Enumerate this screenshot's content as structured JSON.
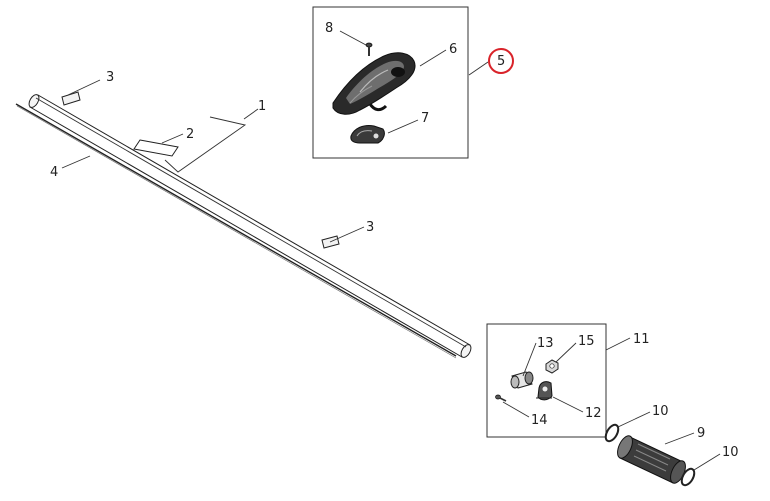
{
  "diagram": {
    "labels": {
      "p1": "1",
      "p2": "2",
      "p3a": "3",
      "p3b": "3",
      "p4": "4",
      "p5": "5",
      "p6": "6",
      "p7": "7",
      "p8": "8",
      "p9": "9",
      "p10a": "10",
      "p10b": "10",
      "p11": "11",
      "p12": "12",
      "p13": "13",
      "p14": "14",
      "p15": "15"
    },
    "highlight_color": "#d9232a",
    "line_color": "#333333"
  }
}
